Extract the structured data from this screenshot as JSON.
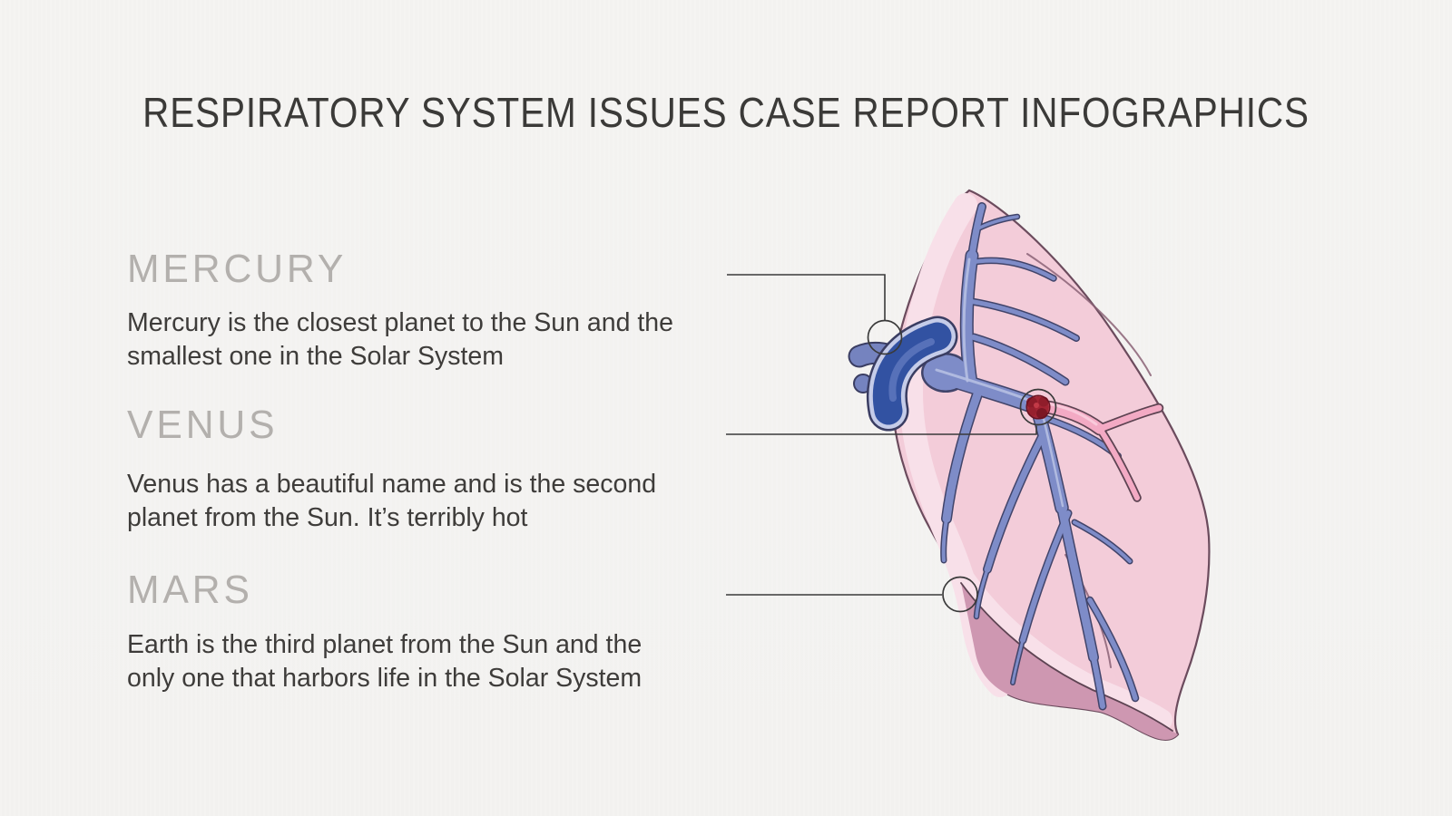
{
  "page": {
    "title": "RESPIRATORY SYSTEM ISSUES CASE REPORT INFOGRAPHICS"
  },
  "sections": [
    {
      "id": "mercury",
      "heading": "MERCURY",
      "body_lines": [
        "Mercury is the closest planet to the Sun and the",
        "smallest one in the Solar System"
      ]
    },
    {
      "id": "venus",
      "heading": "VENUS",
      "body_lines": [
        "Venus has a beautiful name and is the second",
        "planet from the Sun. It’s terribly hot"
      ]
    },
    {
      "id": "mars",
      "heading": "MARS",
      "body_lines": [
        "Earth is the third planet from the Sun and the",
        "only one that harbors life in the Solar System"
      ]
    }
  ],
  "illustration": {
    "name": "lung-with-pulmonary-vessels-and-embolism",
    "callouts": [
      {
        "section": "mercury",
        "target": "hilum-vessel-stub"
      },
      {
        "section": "venus",
        "target": "embolus-clot-in-artery"
      },
      {
        "section": "mars",
        "target": "lower-lobe-edge"
      }
    ],
    "colors": {
      "background": "#f3f2f0",
      "title_text": "#3b3a38",
      "heading_text": "#b3b0ad",
      "body_text": "#3e3c3a",
      "lung_pink": "#f3ccd9",
      "lung_outline": "#6b4b5d",
      "lung_highlight": "#f8e0e9",
      "lower_lobe_mauve": "#ce97b1",
      "vessel_blue": "#7e8cc8",
      "vessel_outline": "#41446a",
      "vessel_highlight": "#b6bfe2",
      "artery_dark_blue": "#3252a2",
      "artery_rim": "#c5cce9",
      "blocked_artery_pink": "#f3aac4",
      "clot_red": "#a32433",
      "callout_line": "#3a3a3a"
    }
  }
}
